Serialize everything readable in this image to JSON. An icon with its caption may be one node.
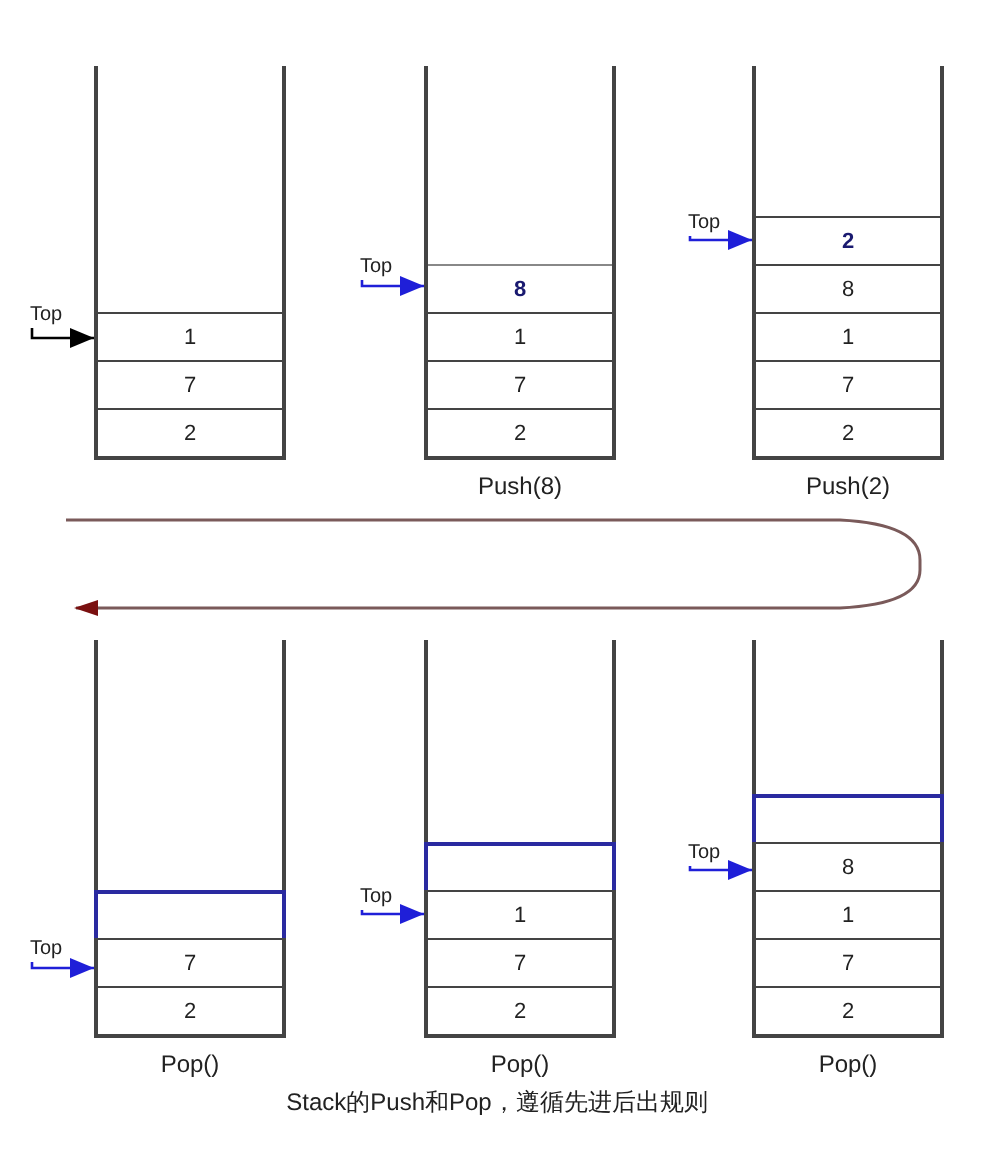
{
  "diagram": {
    "caption": "Stack的Push和Pop，遵循先进后出规则",
    "nodes": [
      {
        "text": [],
        "shape": "box"
      },
      {
        "text": [
          "1"
        ],
        "in": 0
      },
      {
        "text": [
          "7"
        ],
        "in": 0
      },
      {
        "text": [
          "2"
        ],
        "in": 0
      },
      {
        "text": [
          "Top"
        ]
      },
      {
        "text": [],
        "shape": "box",
        "beside": [
          "Push(8)"
        ]
      },
      {
        "text": [
          "8"
        ],
        "in": 5
      },
      {
        "text": [
          "1"
        ],
        "in": 5
      },
      {
        "text": [
          "7"
        ],
        "in": 5
      },
      {
        "text": [
          "2"
        ],
        "in": 5
      },
      {
        "text": [
          "Top"
        ]
      },
      {
        "text": [],
        "shape": "box",
        "beside": [
          "Push(2)"
        ]
      },
      {
        "text": [
          "2"
        ],
        "in": 11
      },
      {
        "text": [
          "8"
        ],
        "in": 11
      },
      {
        "text": [
          "1"
        ],
        "in": 11
      },
      {
        "text": [
          "7"
        ],
        "in": 11
      },
      {
        "text": [
          "2"
        ],
        "in": 11
      },
      {
        "text": [
          "Top"
        ]
      },
      {
        "text": [],
        "shape": "box",
        "beside": [
          "Pop()"
        ]
      },
      {
        "text": [],
        "shape": "box",
        "in": 18
      },
      {
        "text": [
          "7"
        ],
        "in": 18
      },
      {
        "text": [
          "2"
        ],
        "in": 18
      },
      {
        "text": [
          "Top"
        ]
      },
      {
        "text": [],
        "shape": "box",
        "beside": [
          "Pop()"
        ]
      },
      {
        "text": [],
        "shape": "box",
        "in": 23
      },
      {
        "text": [
          "1"
        ],
        "in": 23
      },
      {
        "text": [
          "7"
        ],
        "in": 23
      },
      {
        "text": [
          "2"
        ],
        "in": 23
      },
      {
        "text": [
          "Top"
        ]
      },
      {
        "text": [],
        "shape": "box",
        "beside": [
          "Pop()"
        ]
      },
      {
        "text": [],
        "shape": "box",
        "in": 29
      },
      {
        "text": [
          "8"
        ],
        "in": 29
      },
      {
        "text": [
          "1"
        ],
        "in": 29
      },
      {
        "text": [
          "7"
        ],
        "in": 29
      },
      {
        "text": [
          "2"
        ],
        "in": 29
      },
      {
        "text": [
          "Top"
        ]
      }
    ],
    "edges": [
      {
        "from": 4,
        "to": 1,
        "arrow": "to",
        "color": "#000000"
      },
      {
        "from": 10,
        "to": 6,
        "arrow": "to"
      },
      {
        "from": 17,
        "to": 12,
        "arrow": "to"
      },
      {
        "from": 22,
        "to": 20,
        "arrow": "to"
      },
      {
        "from": 28,
        "to": 25,
        "arrow": "to"
      },
      {
        "from": 35,
        "to": 31,
        "arrow": "to"
      }
    ]
  }
}
